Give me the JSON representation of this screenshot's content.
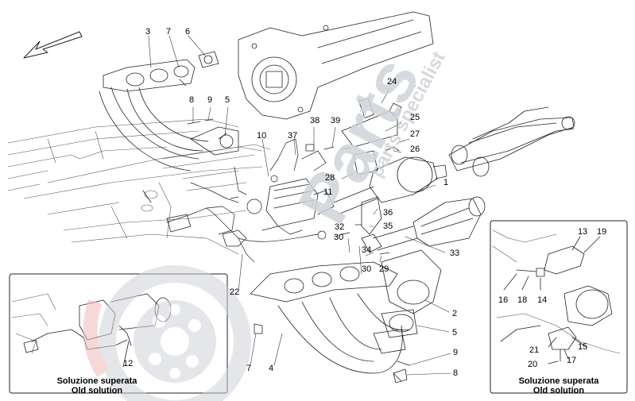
{
  "callouts": {
    "c1": "1",
    "c2": "2",
    "c3": "3",
    "c4": "4",
    "c5": "5",
    "c6": "6",
    "c7": "7",
    "c8": "8",
    "c9": "9",
    "c10": "10",
    "c11": "11",
    "c12": "12",
    "c13": "13",
    "c14": "14",
    "c15": "15",
    "c16": "16",
    "c17": "17",
    "c18": "18",
    "c19": "19",
    "c20": "20",
    "c21": "21",
    "c22": "22",
    "c24": "24",
    "c25": "25",
    "c26": "26",
    "c27": "27",
    "c28": "28",
    "c29": "29",
    "c30": "30",
    "c32": "32",
    "c33": "33",
    "c34": "34",
    "c35": "35",
    "c36": "36",
    "c37": "37",
    "c38": "38",
    "c39": "39"
  },
  "left_inset": {
    "line1": "Soluzione superata",
    "line2": "Old solution"
  },
  "right_inset": {
    "line1": "Soluzione superata",
    "line2": "Old solution"
  },
  "watermark": {
    "brand": "Parts",
    "tagline": "parts specialist"
  },
  "colors": {
    "line": "#222222",
    "watermark": "#cfd3d8",
    "watermark_red": "#f2b9b9"
  }
}
